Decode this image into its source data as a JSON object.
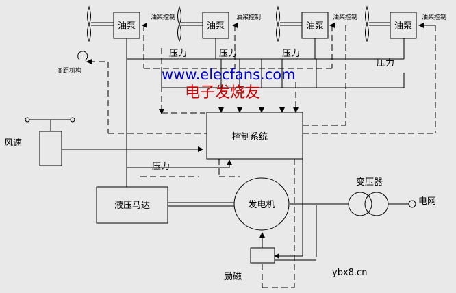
{
  "colors": {
    "background": "#e9e9e9",
    "line": "#000000",
    "watermark_url": "#0000cc",
    "watermark_text": "#cc0000"
  },
  "pumps": [
    {
      "label": "油泵",
      "control_label": "油桨控制"
    },
    {
      "label": "油泵",
      "control_label": "油桨控制"
    },
    {
      "label": "油泵",
      "control_label": "油桨控制"
    },
    {
      "label": "油泵",
      "control_label": "油桨控制"
    }
  ],
  "pressure_labels": [
    "压力",
    "压力",
    "压力",
    "压力",
    "压力"
  ],
  "pitch_mechanism_label": "变距机构",
  "wind_speed_label": "风速",
  "control_system_label": "控制系统",
  "hydraulic_motor_label": "液压马达",
  "generator_label": "发电机",
  "transformer_label": "变压器",
  "grid_label": "电网",
  "excitation_label": "励磁",
  "watermark_url": "www.elecfans.com",
  "watermark_text": "电子发烧友",
  "corner_watermark": "ybx8.cn"
}
